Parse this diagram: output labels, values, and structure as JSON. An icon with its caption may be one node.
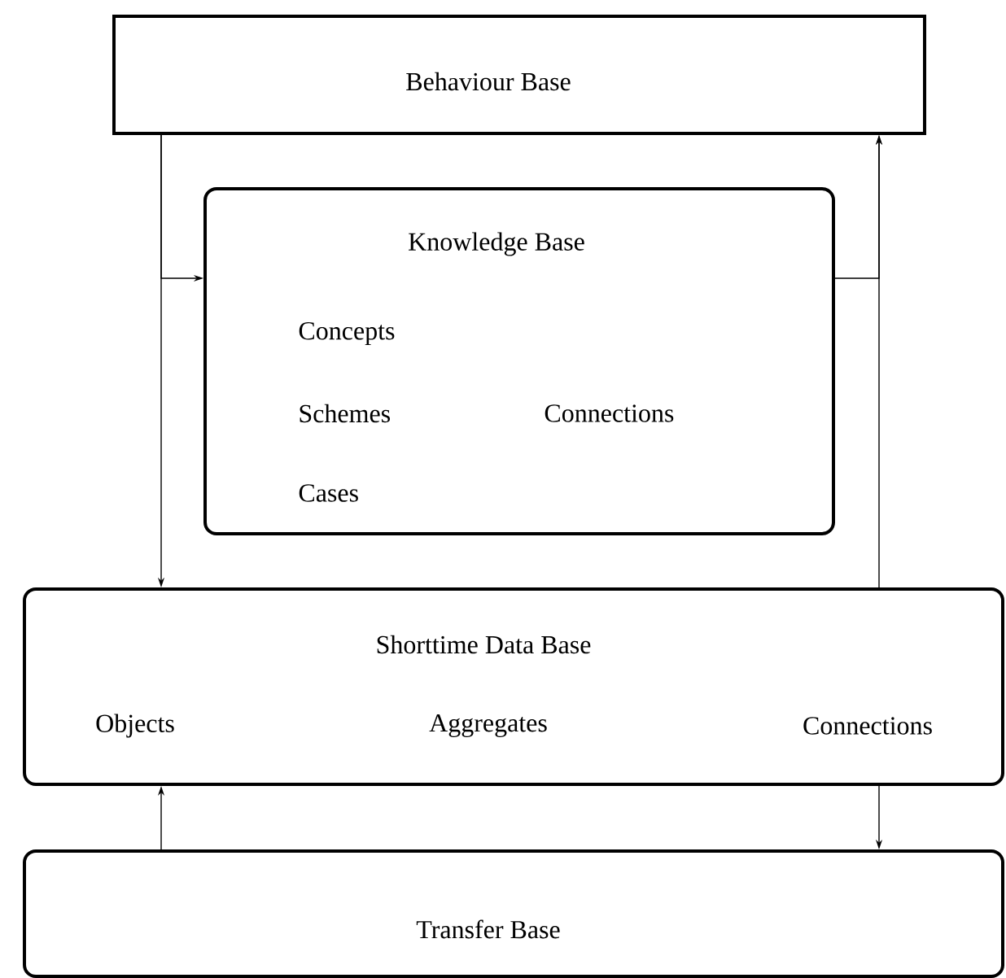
{
  "diagram": {
    "nodes": [
      {
        "text": [
          "Behaviour Base"
        ]
      },
      {
        "text": [
          "Knowledge Base",
          "Concepts",
          "Schemes",
          "Connections",
          "Cases"
        ]
      },
      {
        "text": [
          "Shorttime Data Base",
          "Objects",
          "Aggregates",
          "Connections"
        ]
      },
      {
        "text": [
          "Transfer Base"
        ]
      }
    ],
    "edges": [
      {
        "from": 0,
        "to": 2,
        "arrow": "to"
      },
      {
        "from": 0,
        "to": 1,
        "arrow": "to"
      },
      {
        "from": 1,
        "to": 0,
        "arrow": "to"
      },
      {
        "from": 2,
        "to": 0,
        "arrow": "to"
      },
      {
        "from": 2,
        "to": 3,
        "arrow": "to"
      },
      {
        "from": 3,
        "to": 2,
        "arrow": "to"
      }
    ]
  }
}
